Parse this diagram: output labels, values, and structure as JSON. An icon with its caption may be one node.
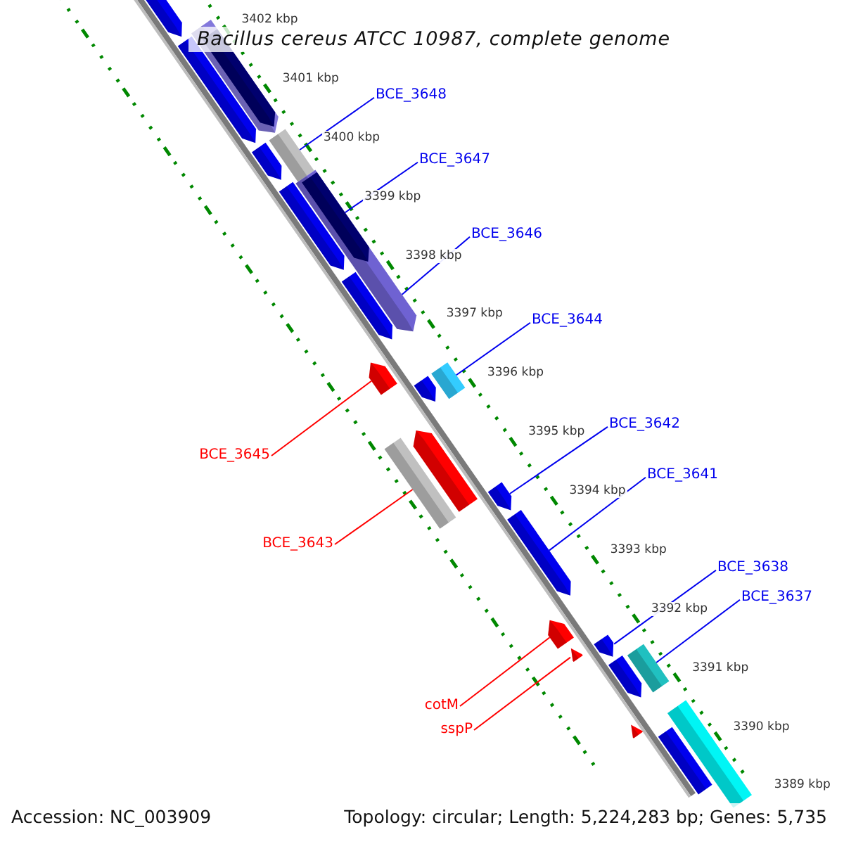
{
  "diagram": {
    "title": "Bacillus cereus ATCC 10987, complete genome",
    "nodes": [
      {
        "text": [
          "BCE_3648"
        ]
      },
      {
        "text": [
          "BCE_3647"
        ]
      },
      {
        "text": [
          "BCE_3646"
        ]
      },
      {
        "text": [
          "BCE_3644"
        ]
      },
      {
        "text": [
          "BCE_3642"
        ]
      },
      {
        "text": [
          "BCE_3645"
        ]
      },
      {
        "text": [
          "BCE_3641"
        ]
      },
      {
        "text": [
          "BCE_3643"
        ]
      },
      {
        "text": [
          "BCE_3638"
        ]
      },
      {
        "text": [
          "BCE_3637"
        ]
      },
      {
        "text": [
          "cotM"
        ]
      },
      {
        "text": [
          "sspP"
        ]
      },
      {
        "text": [],
        "shape": "bar"
      },
      {
        "text": [],
        "shape": "bar"
      },
      {
        "text": [],
        "shape": "bar"
      },
      {
        "text": [],
        "shape": "bar",
        "in": 13
      },
      {
        "text": [],
        "shape": "bar"
      },
      {
        "text": [],
        "shape": "bar"
      },
      {
        "text": [],
        "shape": "bar"
      },
      {
        "text": [],
        "shape": "bar"
      },
      {
        "text": [],
        "shape": "bar",
        "in": 19
      },
      {
        "text": [],
        "shape": "bar"
      },
      {
        "text": [],
        "shape": "bar"
      },
      {
        "text": [],
        "shape": "bar"
      },
      {
        "text": [],
        "shape": "bar"
      },
      {
        "text": [],
        "shape": "bar"
      },
      {
        "text": [],
        "shape": "bar"
      },
      {
        "text": [],
        "shape": "bar"
      },
      {
        "text": [],
        "shape": "bar"
      },
      {
        "text": [],
        "shape": "bar"
      },
      {
        "text": [],
        "shape": "bar"
      },
      {
        "text": [],
        "shape": "bar"
      },
      {
        "text": [],
        "shape": "bar"
      },
      {
        "text": [],
        "shape": "bar"
      },
      {
        "text": [],
        "shape": "bar"
      },
      {
        "text": [],
        "shape": "bar"
      },
      {
        "text": [],
        "shape": "bar"
      }
    ],
    "edges": [
      {
        "from": 0,
        "to": 16,
        "arrow": "none"
      },
      {
        "from": 1,
        "to": 20,
        "arrow": "none"
      },
      {
        "from": 2,
        "to": 19,
        "arrow": "none"
      },
      {
        "from": 3,
        "to": 24,
        "arrow": "none"
      },
      {
        "from": 4,
        "to": 27,
        "arrow": "none"
      },
      {
        "from": 5,
        "to": 22,
        "arrow": "none",
        "color": "#ff0000"
      },
      {
        "from": 6,
        "to": 28,
        "arrow": "none"
      },
      {
        "from": 7,
        "to": 25,
        "arrow": "none",
        "color": "#ff0000"
      },
      {
        "from": 8,
        "to": 31,
        "arrow": "none"
      },
      {
        "from": 9,
        "to": 33,
        "arrow": "none"
      },
      {
        "from": 10,
        "to": 29,
        "arrow": "none",
        "color": "#ff0000"
      },
      {
        "from": 11,
        "to": 30,
        "arrow": "none",
        "color": "#ff0000"
      }
    ],
    "labels": [
      "3402 kbp",
      "3401 kbp",
      "3400 kbp",
      "3399 kbp",
      "3398 kbp",
      "3397 kbp",
      "3396 kbp",
      "3395 kbp",
      "3394 kbp",
      "3393 kbp",
      "3392 kbp",
      "3391 kbp",
      "3390 kbp",
      "3389 kbp",
      "Accession: NC_003909",
      "Topology: circular; Length: 5,224,283 bp; Genes: 5,735"
    ]
  }
}
